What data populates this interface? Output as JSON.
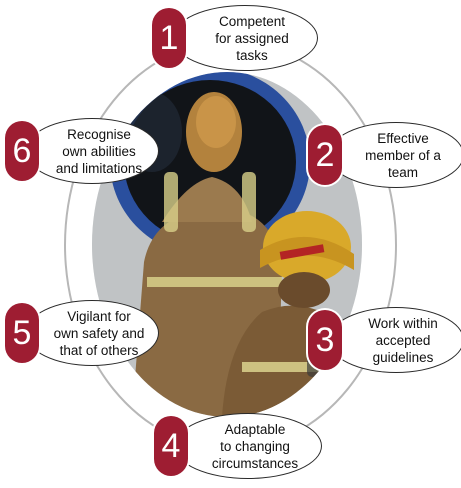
{
  "items": [
    {
      "number": "1",
      "text": "Competent\nfor assigned\ntasks"
    },
    {
      "number": "2",
      "text": "Effective\nmember of a\nteam"
    },
    {
      "number": "3",
      "text": "Work within\naccepted\nguidelines"
    },
    {
      "number": "4",
      "text": "Adaptable\nto changing\ncircumstances"
    },
    {
      "number": "5",
      "text": "Vigilant for\nown safety and\nthat of others"
    },
    {
      "number": "6",
      "text": "Recognise\nown abilities\nand limitations"
    }
  ],
  "colors": {
    "badge": "#9e1d32",
    "ring": "#b7b7b7",
    "outline": "#2a2a2a"
  }
}
